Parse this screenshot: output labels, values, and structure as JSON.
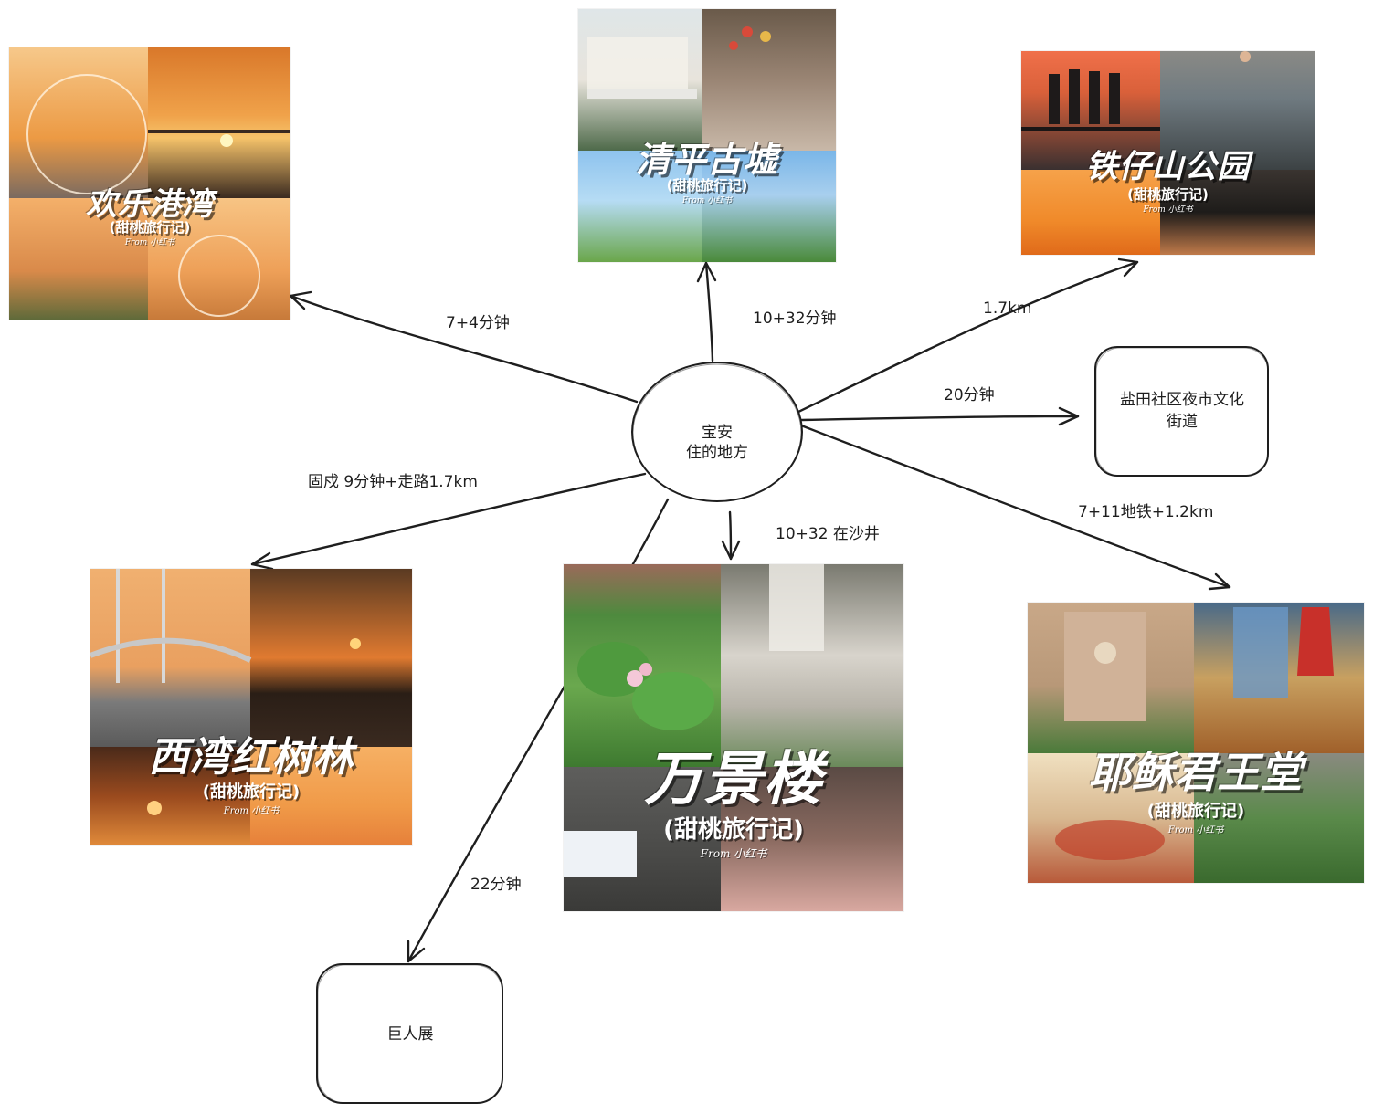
{
  "center_node": {
    "line1": "宝安",
    "line2": "住的地方"
  },
  "text_nodes": {
    "yantian": {
      "line1": "盐田社区夜市文化",
      "line2": "街道"
    },
    "giants": {
      "text": "巨人展"
    }
  },
  "edge_labels": {
    "huanle": "7+4分钟",
    "qingping": "10+32分钟",
    "tiezai": "1.7km",
    "yantian": "20分钟",
    "yesu": "7+11地铁+1.2km",
    "wanjing": "10+32  在沙井",
    "giants": "22分钟",
    "xiwan": "固戍 9分钟+走路1.7km"
  },
  "thumbnails": {
    "huanle": {
      "title": "欢乐港湾",
      "sub": "(甜桃旅行记)",
      "from": "From 小红书",
      "colors": [
        "#f0a04a",
        "#e8862a",
        "#f6c07a",
        "#f2a75a"
      ]
    },
    "qingping": {
      "title": "清平古墟",
      "sub": "(甜桃旅行记)",
      "from": "From 小红书",
      "colors": [
        "#a8b9a4",
        "#8f7f6e",
        "#9cc7ea",
        "#6f9a5c"
      ]
    },
    "tiezai": {
      "title": "铁仔山公园",
      "sub": "(甜桃旅行记)",
      "from": "From 小红书",
      "colors": [
        "#c96a3a",
        "#5f6a70",
        "#ef8f3a",
        "#2c2a26"
      ]
    },
    "xiwan": {
      "title": "西湾红树林",
      "sub": "(甜桃旅行记)",
      "from": "From 小红书",
      "colors": [
        "#e3a05c",
        "#3b2a1e",
        "#7a3a1c",
        "#f2a04e"
      ]
    },
    "wanjing": {
      "title": "万景楼",
      "sub": "(甜桃旅行记)",
      "from": "From 小红书",
      "colors": [
        "#5a9a4a",
        "#8d9a8a",
        "#4a4a48",
        "#6a5a50"
      ]
    },
    "yesu": {
      "title": "耶稣君王堂",
      "sub": "(甜桃旅行记)",
      "from": "From 小红书",
      "colors": [
        "#c9a07a",
        "#b83a2a",
        "#e0c090",
        "#4a7a3a"
      ]
    }
  }
}
